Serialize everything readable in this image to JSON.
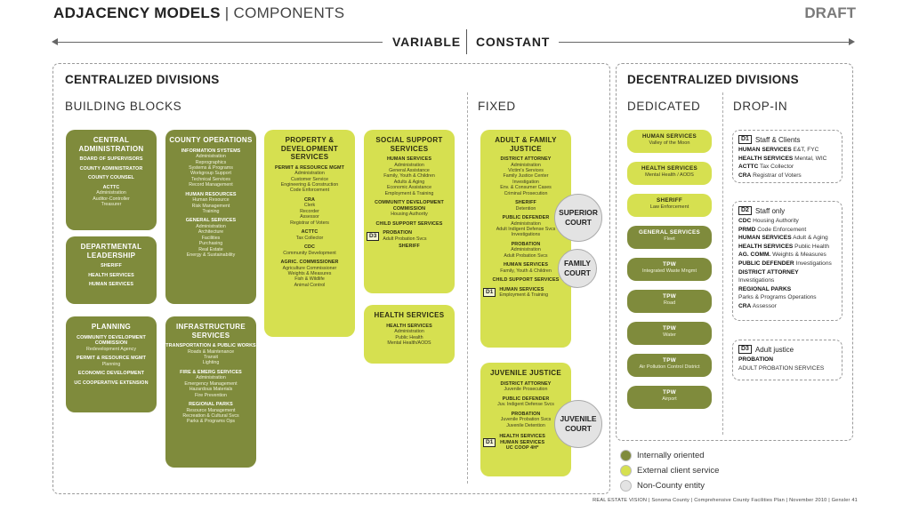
{
  "header": {
    "title_bold": "ADJACENCY MODELS",
    "title_sep": " | ",
    "title_sub": "COMPONENTS",
    "draft": "DRAFT",
    "variable": "VARIABLE",
    "constant": "CONSTANT"
  },
  "centralized": {
    "title": "CENTRALIZED DIVISIONS",
    "building_blocks": "BUILDING BLOCKS",
    "fixed": "FIXED"
  },
  "decentralized": {
    "title": "DECENTRALIZED DIVISIONS",
    "dedicated": "DEDICATED",
    "drop_in": "DROP-IN"
  },
  "blocks": {
    "central_admin": {
      "title": "CENTRAL ADMINISTRATION",
      "items": [
        {
          "h": "BOARD OF SUPERVISORS"
        },
        {
          "h": "COUNTY ADMINISTRATOR"
        },
        {
          "h": "COUNTY COUNSEL"
        },
        {
          "h": "ACTTC",
          "s": [
            "Administration",
            "Auditor-Controller",
            "Treasurer"
          ]
        }
      ]
    },
    "departmental": {
      "title": "DEPARTMENTAL LEADERSHIP",
      "items": [
        {
          "h": "SHERIFF"
        },
        {
          "h": "HEALTH SERVICES"
        },
        {
          "h": "HUMAN SERVICES"
        }
      ]
    },
    "planning": {
      "title": "PLANNING",
      "items": [
        {
          "h": "COMMUNITY DEVELOPMENT COMMISSION",
          "s": [
            "Redevelopment Agency"
          ]
        },
        {
          "h": "PERMIT & RESOURCE MGMT",
          "s": [
            "Planning"
          ]
        },
        {
          "h": "ECONOMIC DEVELOPMENT"
        },
        {
          "h": "UC COOPERATIVE EXTENSION"
        }
      ]
    },
    "county_ops": {
      "title": "COUNTY OPERATIONS",
      "items": [
        {
          "h": "INFORMATION SYSTEMS",
          "s": [
            "Administration",
            "Reprographics",
            "Systems & Programs",
            "Workgroup Support",
            "Technical Services",
            "Record Management"
          ]
        },
        {
          "h": "HUMAN RESOURCES",
          "s": [
            "Human Resource",
            "Risk Management",
            "Training"
          ]
        },
        {
          "h": "GENERAL SERVICES",
          "s": [
            "Administration",
            "Architecture",
            "Facilities",
            "Purchasing",
            "Real Estate",
            "Energy & Sustainability"
          ]
        }
      ]
    },
    "infrastructure": {
      "title": "INFRASTRUCTURE SERVICES",
      "items": [
        {
          "h": "TRANSPORTATION & PUBLIC WORKS",
          "s": [
            "Roads & Maintenance",
            "Transit",
            "Lighting"
          ]
        },
        {
          "h": "FIRE & EMERG SERVICES",
          "s": [
            "Administration",
            "Emergency Management",
            "Hazardous Materials",
            "Fire Prevention"
          ]
        },
        {
          "h": "REGIONAL PARKS",
          "s": [
            "Resource Management",
            "Recreation & Cultural Svcs",
            "Parks & Programs Ops"
          ]
        }
      ]
    },
    "property": {
      "title": "PROPERTY & DEVELOPMENT SERVICES",
      "items": [
        {
          "h": "PERMIT & RESOURCE MGMT",
          "s": [
            "Administration",
            "Customer Service",
            "Engineering & Construction",
            "Code Enforcement"
          ]
        },
        {
          "h": "CRA",
          "s": [
            "Clerk",
            "Recorder",
            "Assessor",
            "Registrar of Voters"
          ]
        },
        {
          "h": "ACTTC",
          "s": [
            "Tax Collector"
          ]
        },
        {
          "h": "CDC",
          "s": [
            "Community Development"
          ]
        },
        {
          "h": "AGRIC. COMMISSIONER",
          "s": [
            "Agriculture Commissioner",
            "Weights & Measures",
            "Fish & Wildlife",
            "Animal Control"
          ]
        }
      ]
    },
    "social": {
      "title": "SOCIAL SUPPORT SERVICES",
      "items": [
        {
          "h": "HUMAN SERVICES",
          "s": [
            "Administration",
            "General Assistance",
            "Family, Youth & Children",
            "Adults & Aging",
            "Economic Assistance",
            "Employment & Training"
          ]
        },
        {
          "h": "COMMUNITY DEVELOPMENT COMMISSION",
          "s": [
            "Housing Authority"
          ]
        },
        {
          "h": "CHILD SUPPORT SERVICES"
        }
      ],
      "d3_tag": "D3",
      "d3_h": "PROBATION",
      "d3_s": "Adult Probation Svcs",
      "d3_sheriff": "SHERIFF"
    },
    "health": {
      "title": "HEALTH SERVICES",
      "items": [
        {
          "h": "HEALTH SERVICES",
          "s": [
            "Administration",
            "Public Health",
            "Mental Health/AODS"
          ]
        }
      ]
    },
    "adult_family": {
      "title": "ADULT & FAMILY JUSTICE",
      "items": [
        {
          "h": "DISTRICT ATTORNEY",
          "s": [
            "Administration",
            "Victim's Services",
            "Family Justice Center",
            "Investigation",
            "Env. & Consumer Cases",
            "Criminal Prosecution"
          ]
        },
        {
          "h": "SHERIFF",
          "s": [
            "Detention"
          ]
        },
        {
          "h": "PUBLIC DEFENDER",
          "s": [
            "Administration",
            "Adult Indigent Defense Svcs",
            "Investigations"
          ]
        },
        {
          "h": "PROBATION",
          "s": [
            "Administration",
            "Adult Probation Svcs"
          ]
        },
        {
          "h": "HUMAN SERVICES",
          "s": [
            "Family, Youth & Children"
          ]
        },
        {
          "h": "CHILD SUPPORT SERVICES"
        }
      ],
      "d1_tag": "D1",
      "d1_h": "HUMAN SERVICES",
      "d1_s": "Employment & Training"
    },
    "juvenile": {
      "title": "JUVENILE JUSTICE",
      "items": [
        {
          "h": "DISTRICT ATTORNEY",
          "s": [
            "Juvenile Prosecution"
          ]
        },
        {
          "h": "PUBLIC DEFENDER",
          "s": [
            "Juv. Indigent Defense Svcs"
          ]
        },
        {
          "h": "PROBATION",
          "s": [
            "Juvenile Probation Svcs",
            "Juvenile Detention"
          ]
        }
      ],
      "d1_tag": "D1",
      "d1_lines": [
        "HEALTH SERVICES",
        "HUMAN SERVICES",
        "UC COOP 4H*"
      ]
    }
  },
  "courts": {
    "superior": "SUPERIOR COURT",
    "family": "FAMILY COURT",
    "juvenile": "JUVENILE COURT"
  },
  "dedicated": [
    {
      "h": "HUMAN SERVICES",
      "s": "Valley of the Moon",
      "tone": "light"
    },
    {
      "h": "HEALTH SERVICES",
      "s": "Mental Health / AODS",
      "tone": "light"
    },
    {
      "h": "SHERIFF",
      "s": "Law Enforcement",
      "tone": "light"
    },
    {
      "h": "GENERAL SERVICES",
      "s": "Fleet",
      "tone": "dark"
    },
    {
      "h": "TPW",
      "s": "Integrated Waste Mngmt",
      "tone": "dark"
    },
    {
      "h": "TPW",
      "s": "Road",
      "tone": "dark"
    },
    {
      "h": "TPW",
      "s": "Water",
      "tone": "dark"
    },
    {
      "h": "TPW",
      "s": "Air Pollution Control District",
      "tone": "dark"
    },
    {
      "h": "TPW",
      "s": "Airport",
      "tone": "dark"
    }
  ],
  "dropin": {
    "d1": {
      "tag": "D1",
      "title": "Staff & Clients",
      "lines": [
        {
          "b": "HUMAN SERVICES",
          "t": " E&T, FYC"
        },
        {
          "b": "HEALTH SERVICES",
          "t": " Mental, WIC"
        },
        {
          "b": "ACTTC",
          "t": " Tax Collector"
        },
        {
          "b": "CRA",
          "t": " Registrar of Voters"
        }
      ]
    },
    "d2": {
      "tag": "D2",
      "title": "Staff only",
      "lines": [
        {
          "b": "CDC",
          "t": " Housing Authority"
        },
        {
          "b": "PRMD",
          "t": " Code Enforcement"
        },
        {
          "b": "HUMAN SERVICES",
          "t": " Adult & Aging"
        },
        {
          "b": "HEALTH SERVICES",
          "t": " Public Health"
        },
        {
          "b": "AG. COMM.",
          "t": " Weights & Measures"
        },
        {
          "b": "PUBLIC DEFENDER",
          "t": " Investigations"
        },
        {
          "b": "DISTRICT ATTORNEY",
          "t": ""
        },
        {
          "b": "",
          "t": "Investigations"
        },
        {
          "b": "REGIONAL PARKS",
          "t": ""
        },
        {
          "b": "",
          "t": "Parks & Programs Operations"
        },
        {
          "b": "CRA",
          "t": " Assessor"
        }
      ]
    },
    "d3": {
      "tag": "D3",
      "title": "Adult justice",
      "lines": [
        {
          "b": "PROBATION",
          "t": ""
        },
        {
          "b": "",
          "t": "ADULT PROBATION SERVICES"
        }
      ]
    }
  },
  "legend": [
    {
      "label": "Internally oriented",
      "color": "#7f8b3c"
    },
    {
      "label": "External client service",
      "color": "#d6e050"
    },
    {
      "label": "Non-County entity",
      "color": "#e3e3e3"
    }
  ],
  "footer": "REAL ESTATE VISION  |  Sonoma County | Comprehensive County Facilities Plan  |  November 2010  |  Gensler   41"
}
